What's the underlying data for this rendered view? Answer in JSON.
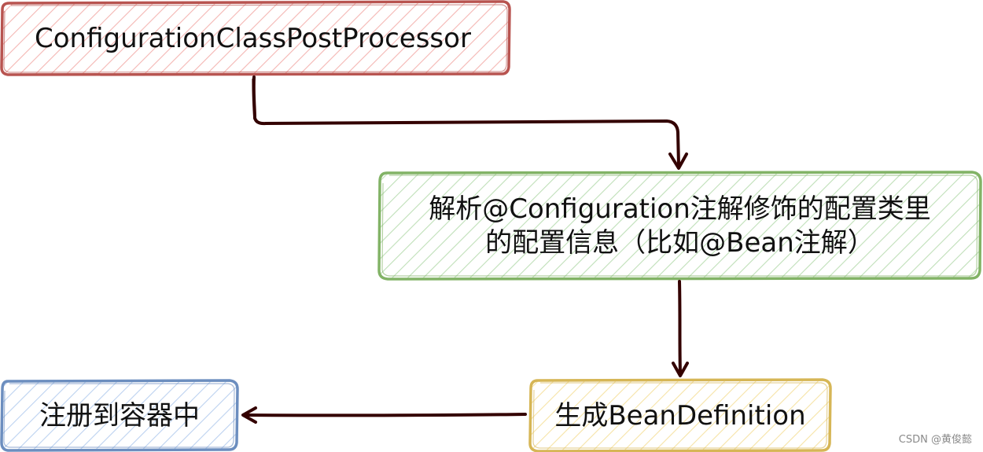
{
  "nodes": {
    "processor": {
      "label": "ConfigurationClassPostProcessor",
      "stroke": "#b85450",
      "fill": "#f8cecc"
    },
    "parse": {
      "line1": "解析@Configuration注解修饰的配置类里",
      "line2": "的配置信息（比如@Bean注解）",
      "stroke": "#82b366",
      "fill": "#d5e8d4"
    },
    "generate": {
      "label": "生成BeanDefinition",
      "stroke": "#d6b656",
      "fill": "#fff2cc"
    },
    "register": {
      "label": "注册到容器中",
      "stroke": "#6c8ebf",
      "fill": "#dae8fc"
    }
  },
  "edges": [
    {
      "from": "processor",
      "to": "parse"
    },
    {
      "from": "parse",
      "to": "generate"
    },
    {
      "from": "generate",
      "to": "register"
    }
  ],
  "edge_color": "#330000",
  "watermark": "CSDN @黄俊懿"
}
